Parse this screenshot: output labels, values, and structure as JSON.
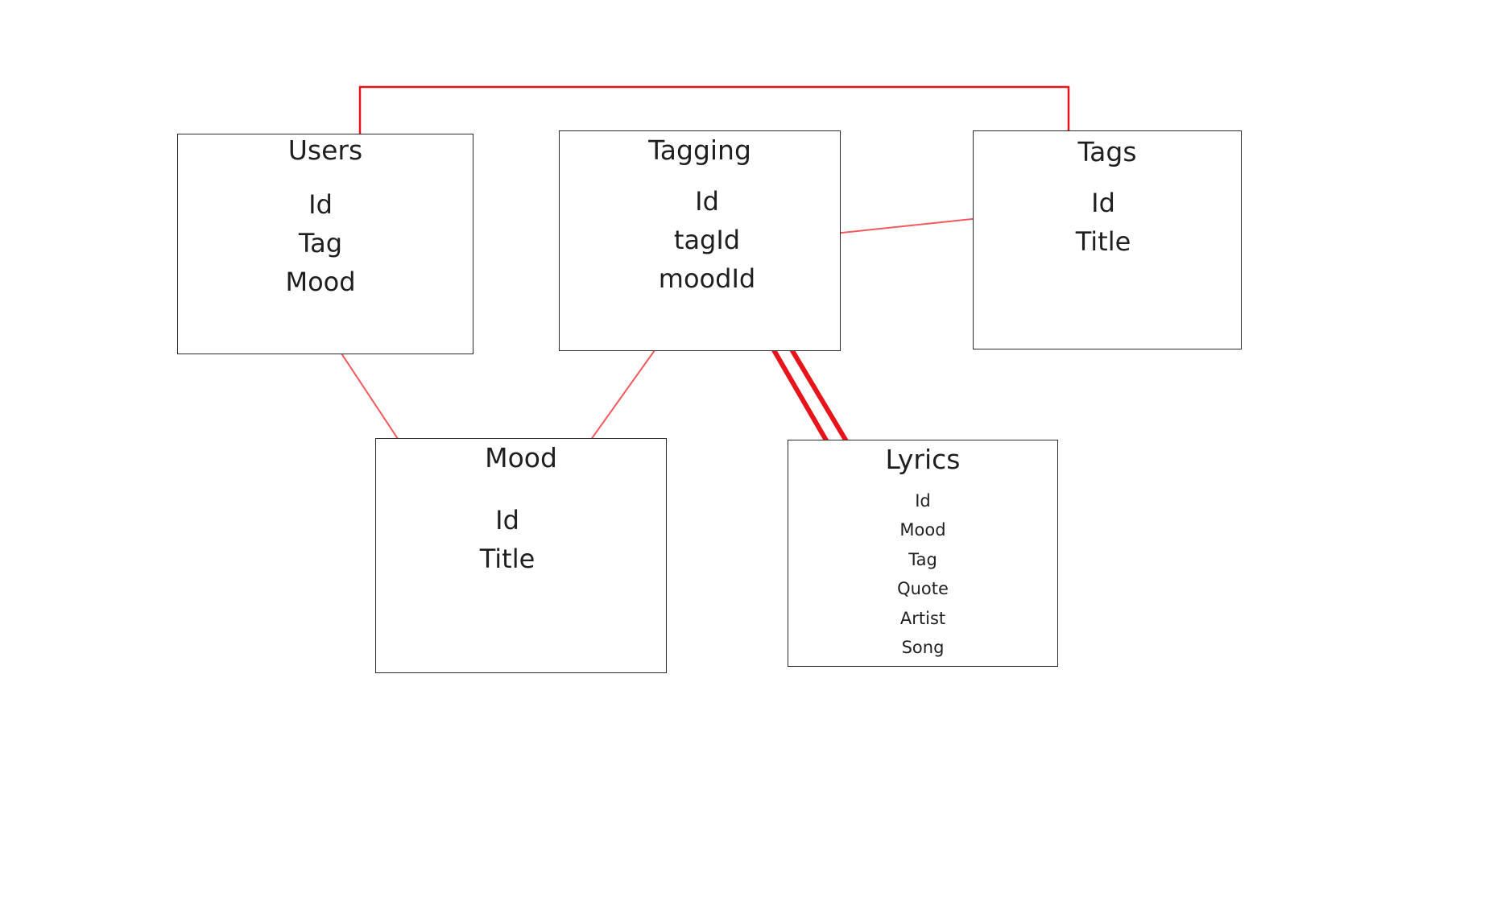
{
  "diagram": {
    "colors": {
      "arrow": "#e8141b",
      "arrow_light": "#f05a5e",
      "box_border": "#2a2a2a",
      "text": "#1f1f1f"
    },
    "entities": {
      "users": {
        "title": "Users",
        "fields": [
          "Id",
          "Tag",
          "Mood"
        ]
      },
      "tagging": {
        "title": "Tagging",
        "fields": [
          "Id",
          "tagId",
          "moodId"
        ]
      },
      "tags": {
        "title": "Tags",
        "fields": [
          "Id",
          "Title"
        ]
      },
      "mood": {
        "title": "Mood",
        "fields": [
          "Id",
          "Title"
        ]
      },
      "lyrics": {
        "title": "Lyrics",
        "fields": [
          "Id",
          "Mood",
          "Tag",
          "Quote",
          "Artist",
          "Song"
        ]
      }
    },
    "relations": [
      {
        "from": "users.Tag",
        "to": "tags.Title"
      },
      {
        "from": "tags.Id",
        "to": "tagging.tagId"
      },
      {
        "from": "users.Mood",
        "to": "mood.Title"
      },
      {
        "from": "mood.Id",
        "to": "tagging.moodId"
      },
      {
        "from": "tagging.tagId",
        "to": "lyrics.Mood"
      },
      {
        "from": "tagging.moodId",
        "to": "lyrics.Tag"
      }
    ]
  }
}
